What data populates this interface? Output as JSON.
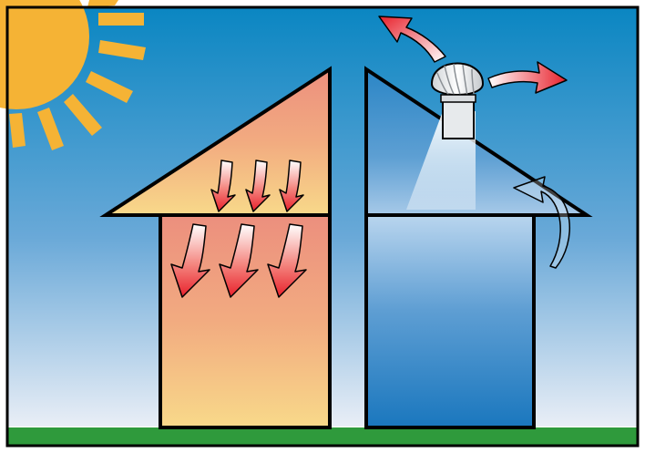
{
  "colors": {
    "sky_top": "#0a86c2",
    "sky_bottom": "#e9eef6",
    "sun": "#f5b335",
    "ground": "#2f9a3c",
    "hot_top": "#ec8f7e",
    "hot_bottom": "#f8d98a",
    "cool_light": "#b8d4ee",
    "cool_dark": "#1c79bf",
    "arrow_red": "#e8202b",
    "outline": "#000000"
  },
  "panels": {
    "left": {
      "meaning": "hot-attic-without-ventilation",
      "arrows": "heat-radiating-down"
    },
    "right": {
      "meaning": "ventilated-attic-with-turbine-vent",
      "arrows": "hot-air-exhausted"
    }
  }
}
